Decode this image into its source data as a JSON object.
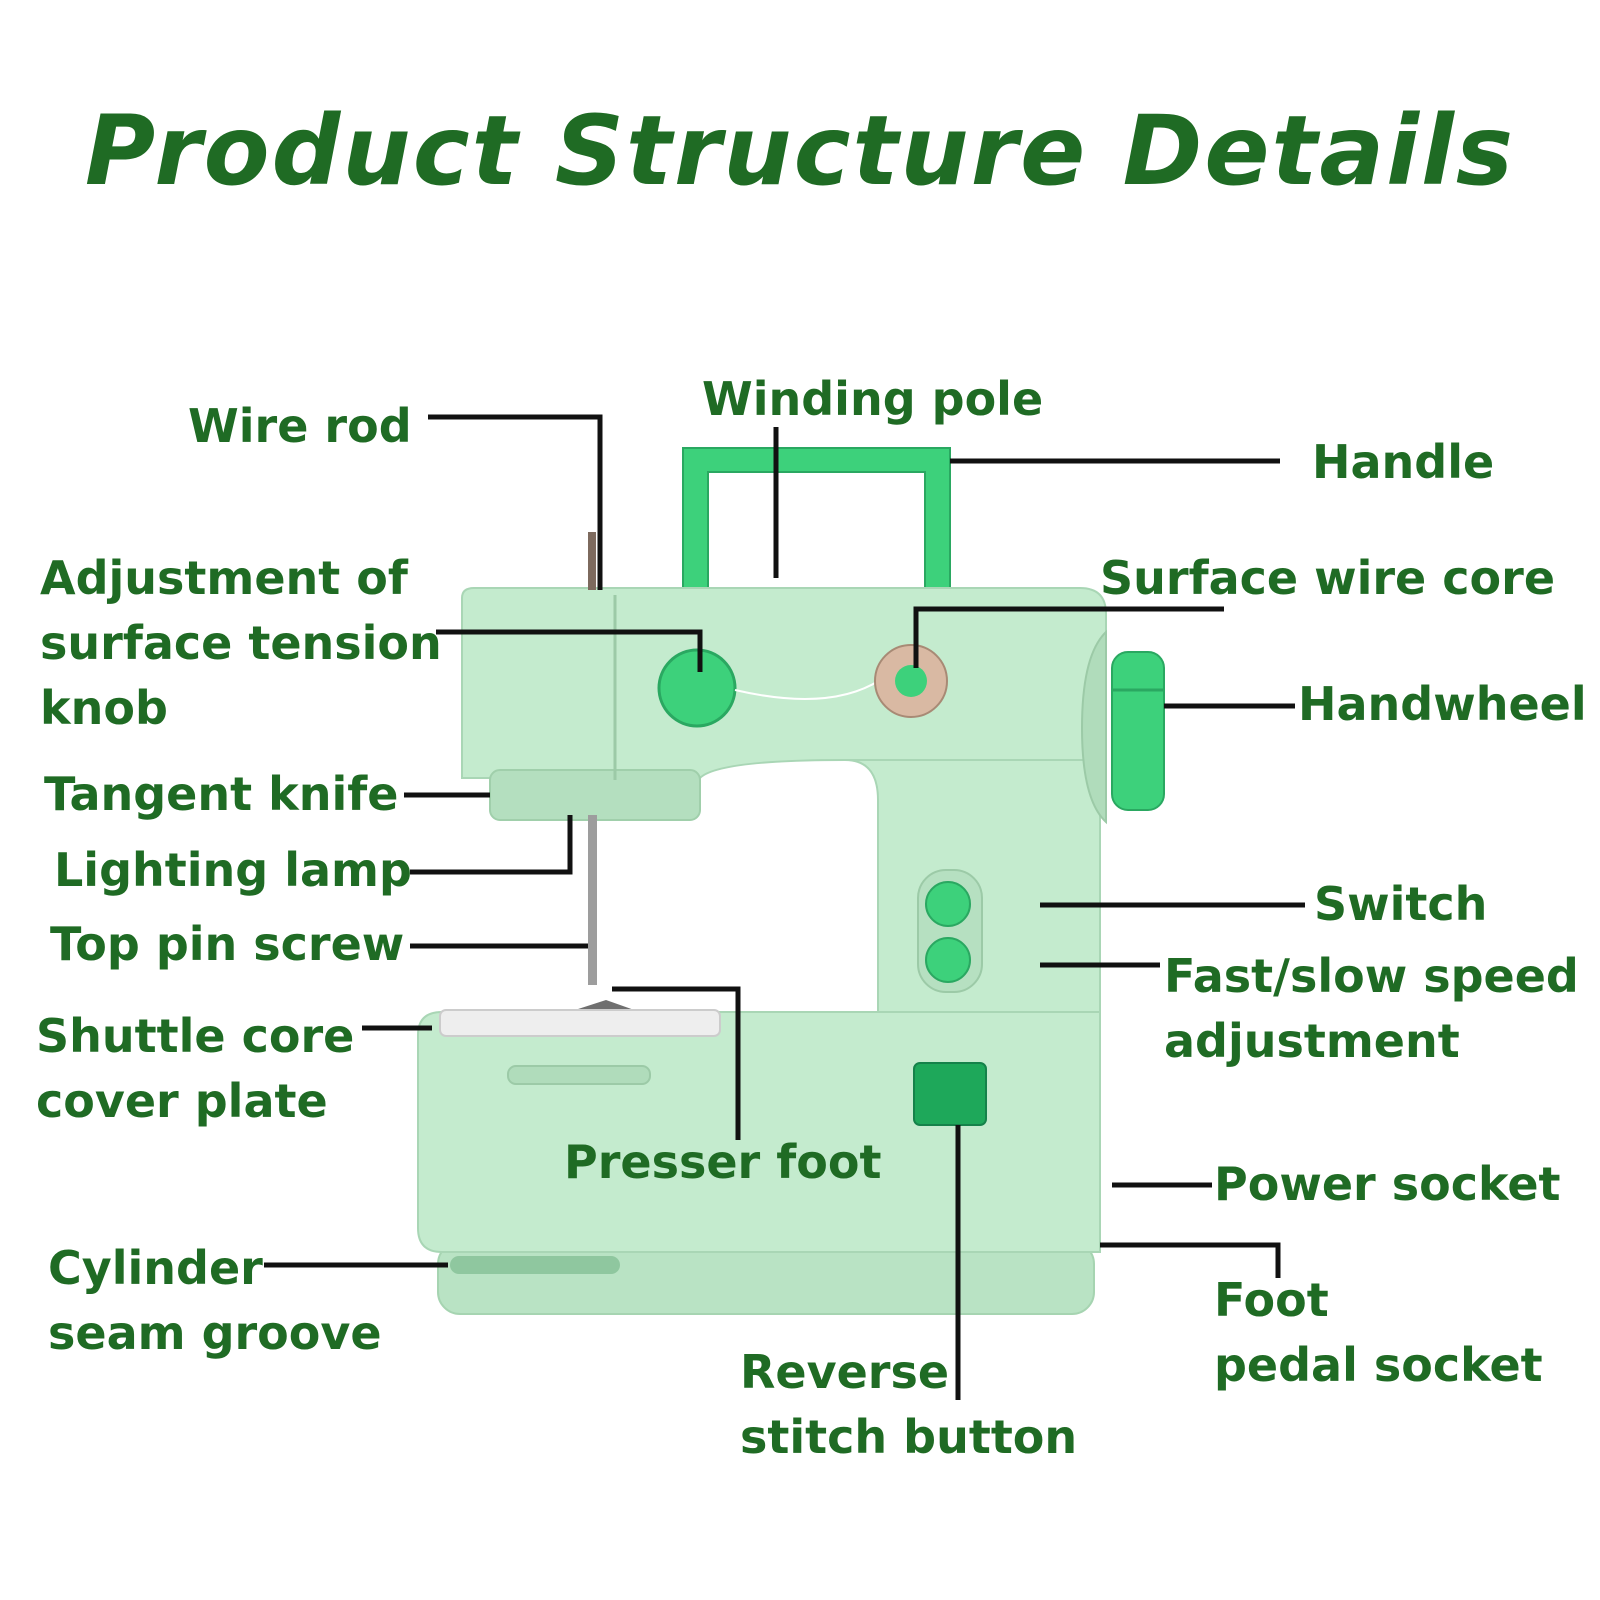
{
  "title": "Product Structure Details",
  "labels": {
    "wire_rod": "Wire rod",
    "winding_pole": "Winding pole",
    "handle": "Handle",
    "tension_knob": [
      "Adjustment of",
      "surface tension",
      "knob"
    ],
    "surface_wire_core": "Surface wire core",
    "handwheel": "Handwheel",
    "tangent_knife": "Tangent knife",
    "lighting_lamp": "Lighting lamp",
    "top_pin_screw": "Top pin screw",
    "switch": "Switch",
    "speed_adjustment": [
      "Fast/slow speed",
      "adjustment"
    ],
    "shuttle_cover": [
      "Shuttle core",
      "cover plate"
    ],
    "presser_foot": "Presser foot",
    "power_socket": "Power socket",
    "cylinder_groove": [
      "Cylinder",
      "seam groove"
    ],
    "foot_pedal_socket": [
      "Foot",
      "pedal socket"
    ],
    "reverse_button": [
      "Reverse",
      "stitch button"
    ]
  },
  "colors": {
    "text": "#1f6b24",
    "body": "#bfe6c9",
    "accent": "#3dd17b",
    "leader": "#111111"
  }
}
